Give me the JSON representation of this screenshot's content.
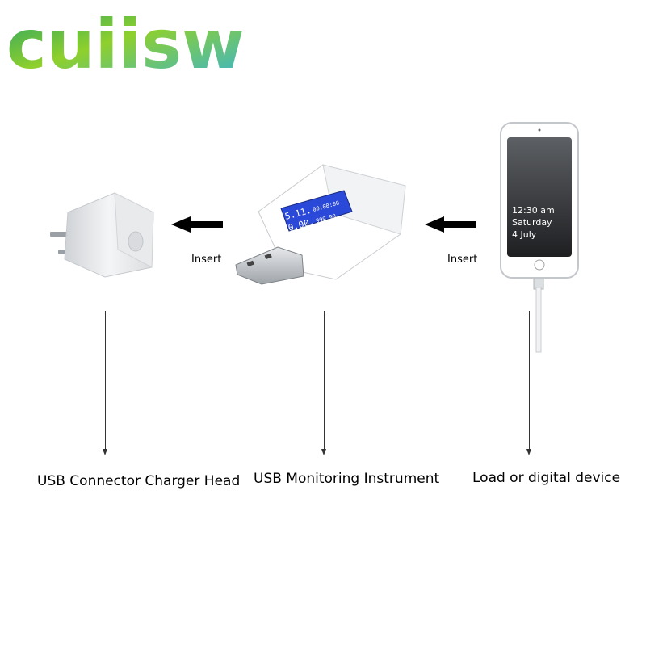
{
  "brand": {
    "logo_text": "cuiisw",
    "colors": [
      "#1f9f6a",
      "#8fd02c",
      "#37b3d6"
    ]
  },
  "arrows": [
    {
      "label": "Insert",
      "direction": "left"
    },
    {
      "label": "Insert",
      "direction": "left"
    }
  ],
  "meter": {
    "line1_left": "5.11.",
    "line1_right": "00:00:00",
    "line2_left": "0.00.",
    "line2_right": "999.99."
  },
  "phone": {
    "time": "12:30 am",
    "day": "Saturday",
    "date": "4 July"
  },
  "labels": {
    "charger": "USB Connector Charger Head",
    "meter": "USB Monitoring Instrument",
    "device": "Load or digital device"
  },
  "colors": {
    "lcd_blue": "#2a49d8",
    "line": "#333333"
  }
}
